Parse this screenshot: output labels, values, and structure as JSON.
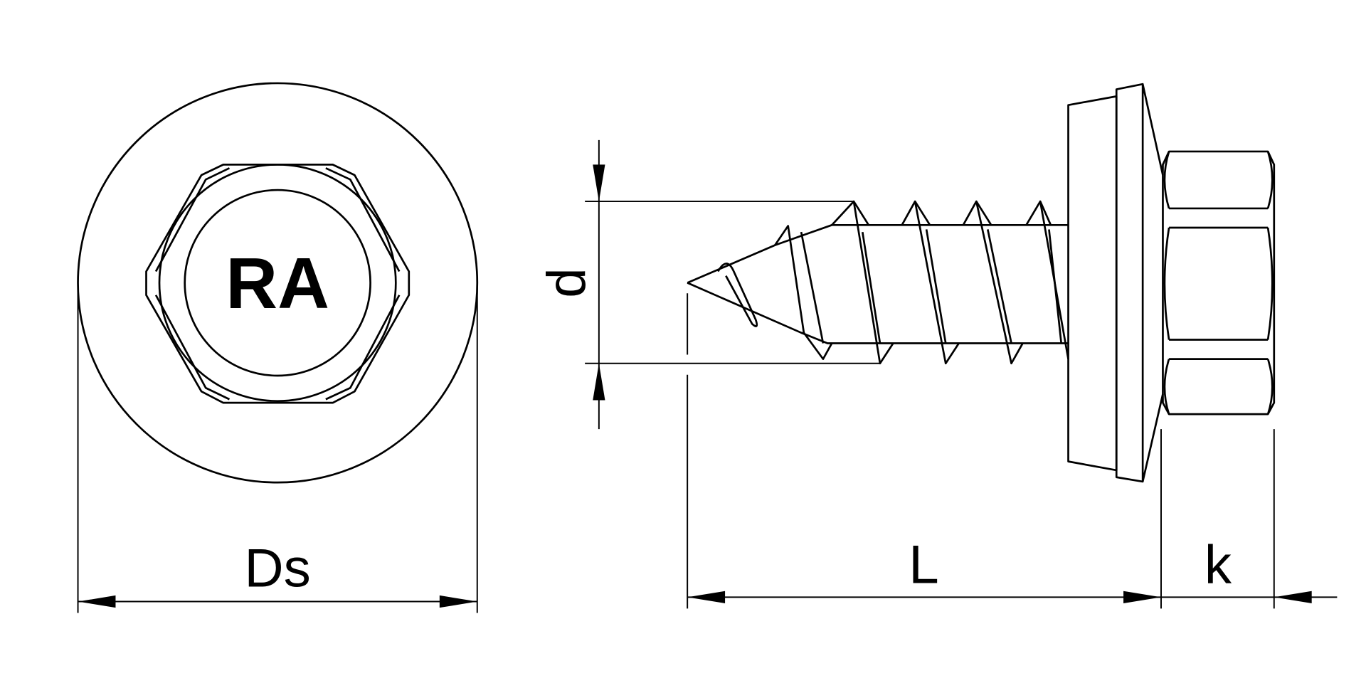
{
  "drawing": {
    "head_marking": "RA",
    "dimensions": {
      "washer_diameter": "Ds",
      "thread_diameter": "d",
      "length": "L",
      "head_height": "k"
    },
    "line_color": "#000000",
    "background_color": "#ffffff"
  }
}
